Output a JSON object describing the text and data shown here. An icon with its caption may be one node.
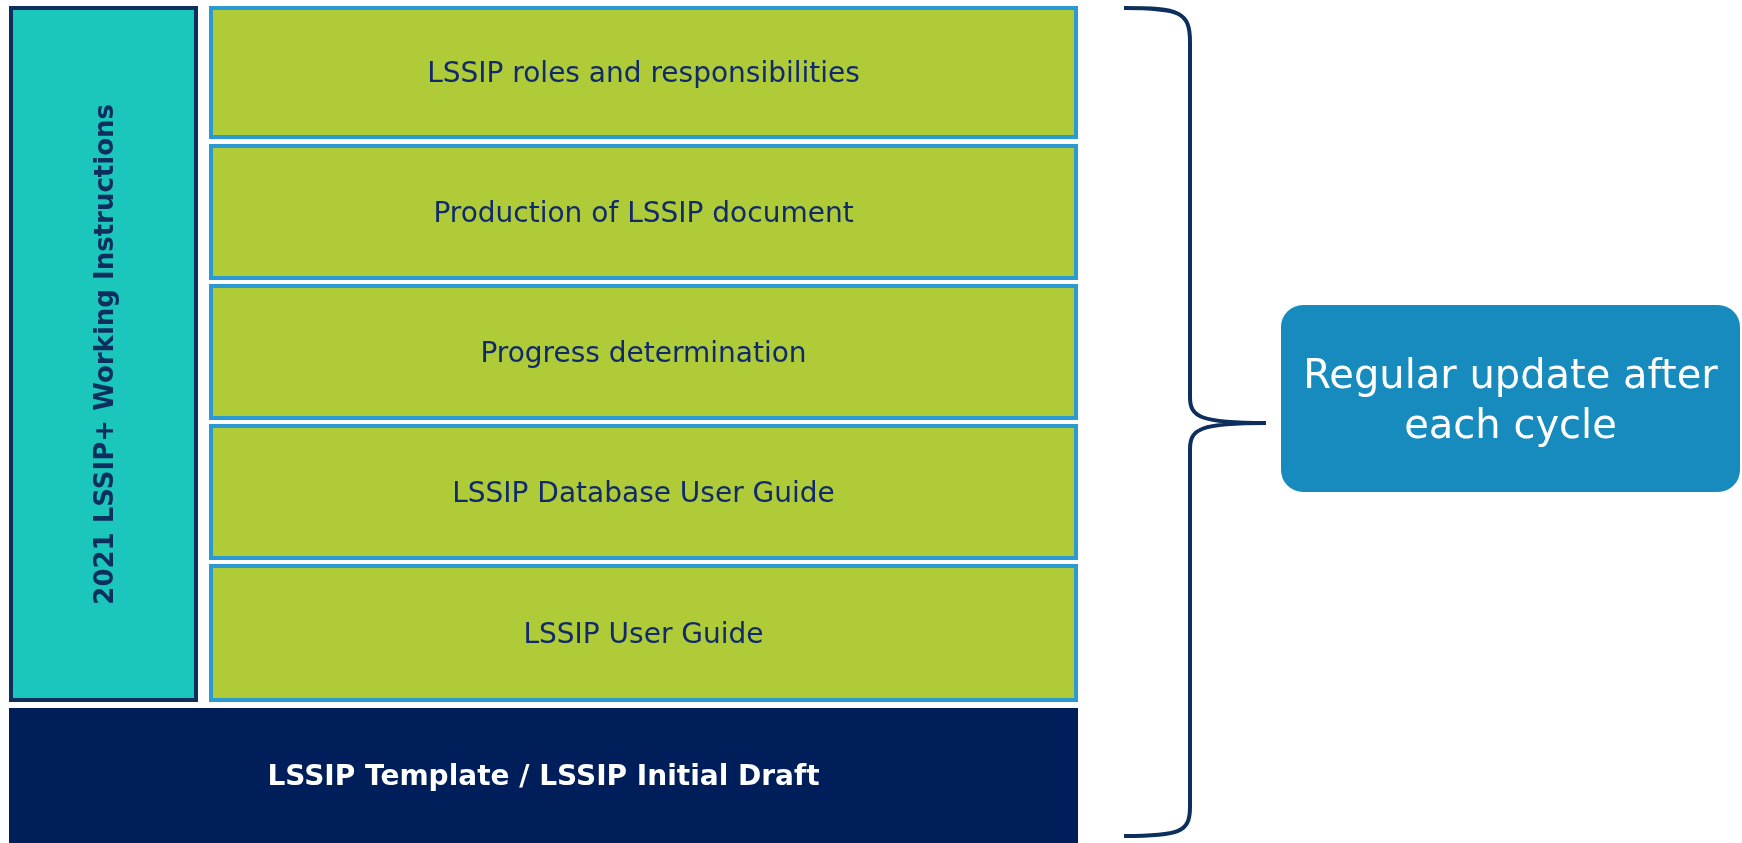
{
  "diagram": {
    "nodes": [
      {
        "text": [
          "2021 LSSIP+ Working Instructions"
        ]
      },
      {
        "text": [
          "LSSIP roles and responsibilities"
        ]
      },
      {
        "text": [
          "Production of LSSIP document"
        ]
      },
      {
        "text": [
          "Progress determination"
        ]
      },
      {
        "text": [
          "LSSIP Database User Guide"
        ]
      },
      {
        "text": [
          "LSSIP User Guide"
        ]
      },
      {
        "text": [
          "LSSIP Template / LSSIP Initial Draft"
        ]
      },
      {
        "text": [
          "Regular update after each cycle"
        ]
      }
    ]
  }
}
